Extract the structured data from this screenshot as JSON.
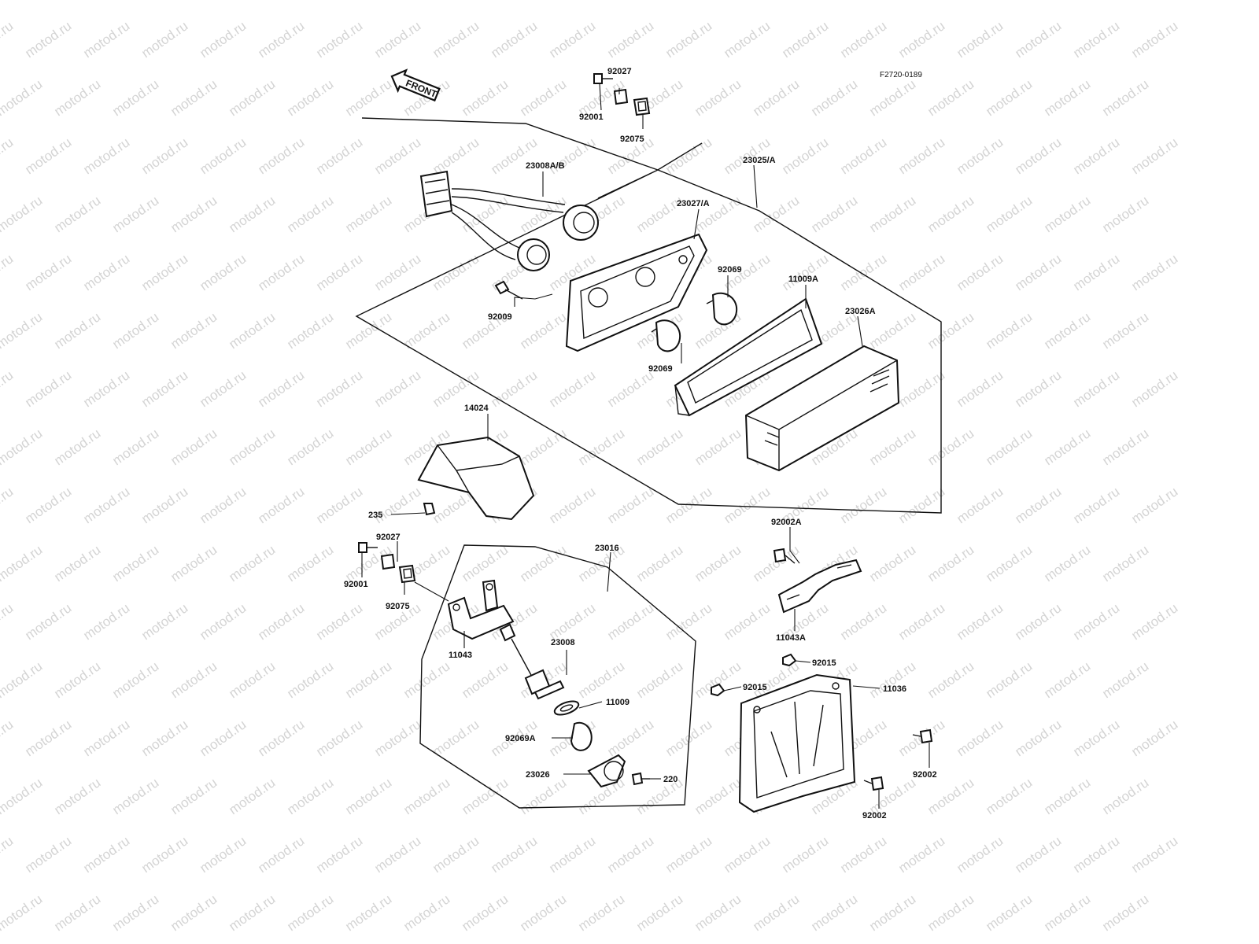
{
  "diagram": {
    "drawing_number": "F2720-0189",
    "front_marker": "FRONT",
    "watermark_text": "motod.ru",
    "colors": {
      "line": "#111111",
      "background": "#ffffff",
      "watermark": "#d4d4d4"
    },
    "labels": {
      "screw_92001_top": "92001",
      "collar_92027_top": "92027",
      "damper_92075_top": "92075",
      "harness_23008ab": "23008A/B",
      "tail_lamp_23025a": "23025/A",
      "housing_23027a": "23027/A",
      "bulb_92069_right": "92069",
      "gasket_11009a": "11009A",
      "lens_23026a": "23026A",
      "screw_92009": "92009",
      "bulb_92069_bottom": "92069",
      "cover_14024": "14024",
      "screw_235": "235",
      "collar_92027_lower": "92027",
      "screw_92001_lower": "92001",
      "damper_92075_lower": "92075",
      "license_lamp_23016": "23016",
      "bracket_11043": "11043",
      "socket_23008": "23008",
      "gasket_11009": "11009",
      "bulb_92069a": "92069A",
      "lens_23026": "23026",
      "screw_220": "220",
      "bolt_92002a": "92002A",
      "bracket_11043a": "11043A",
      "nut_92015_a": "92015",
      "nut_92015_b": "92015",
      "plate_bracket_11036": "11036",
      "bolt_92002_right": "92002",
      "bolt_92002_bottom": "92002"
    }
  }
}
